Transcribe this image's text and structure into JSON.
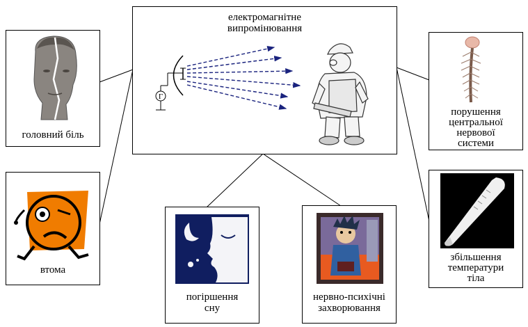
{
  "center": {
    "title_line1": "електромагнітне",
    "title_line2": "випромінювання",
    "generator_symbol": "Г"
  },
  "effects": {
    "headache": "головний біль",
    "fatigue": "втома",
    "sleep_line1": "погіршення",
    "sleep_line2": "сну",
    "neuro_line1": "нервно-психічні",
    "neuro_line2": "захворювання",
    "cns_line1": "порушення",
    "cns_line2": "центральної",
    "cns_line3": "нервової",
    "cns_line4": "системи",
    "temp_line1": "збільшення",
    "temp_line2": "температури",
    "temp_line3": "тіла"
  },
  "icons": {
    "headache": "split-head-statue-icon",
    "fatigue": "tired-face-icon",
    "sleep": "moon-sleeping-face-icon",
    "neuro": "stressed-person-icon",
    "cns": "spine-nervous-system-icon",
    "temp": "thermometer-icon",
    "worker": "worker-figure-icon",
    "antenna": "antenna-icon"
  },
  "colors": {
    "wave": "#1a237e",
    "fatigue_face": "#f07c00",
    "sleep_bg": "#101e60",
    "thermometer_bg": "#000000"
  }
}
